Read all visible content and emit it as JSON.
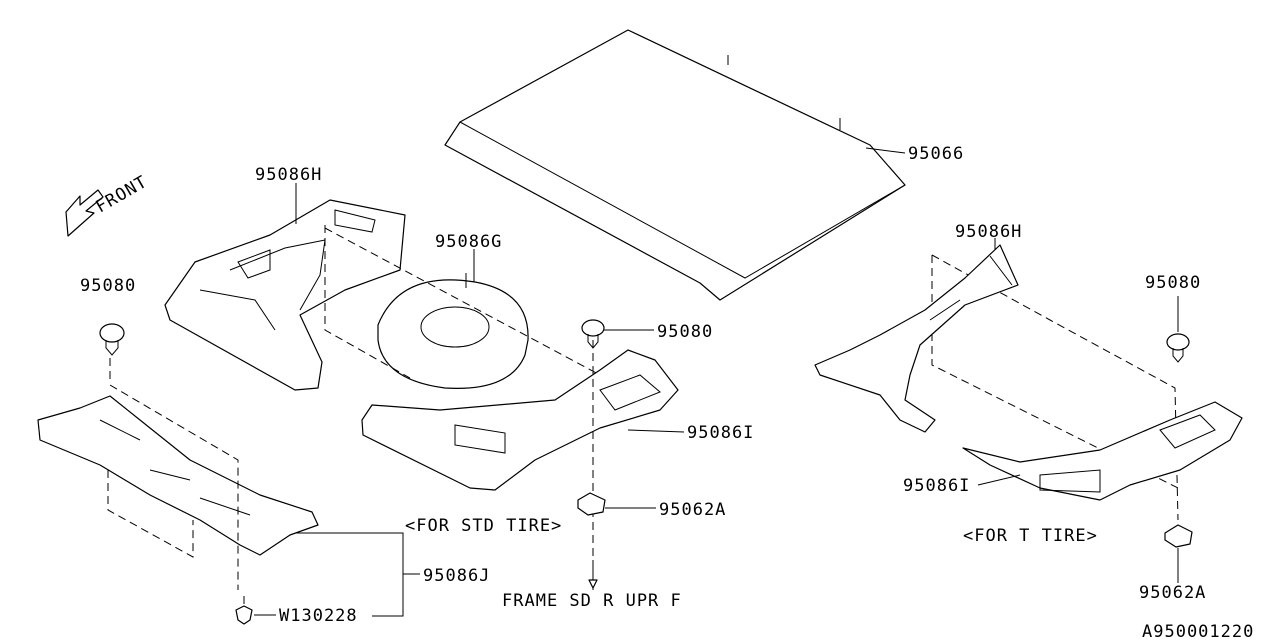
{
  "labels": {
    "front": "FRONT",
    "p95066": "95066",
    "p95086H_left": "95086H",
    "p95086G": "95086G",
    "p95080_left": "95080",
    "p95080_center": "95080",
    "p95086I_center": "95086I",
    "p95062A_center": "95062A",
    "for_std_tire": "<FOR STD TIRE>",
    "p95086J": "95086J",
    "w130228": "W130228",
    "frame_note": "FRAME SD R UPR F",
    "p95086H_right": "95086H",
    "p95080_right": "95080",
    "p95086I_right": "95086I",
    "for_t_tire": "<FOR T TIRE>",
    "p95062A_right": "95062A",
    "diagram_id": "A950001220"
  },
  "icons": {
    "front_arrow": "arrow-left-outline-icon"
  }
}
